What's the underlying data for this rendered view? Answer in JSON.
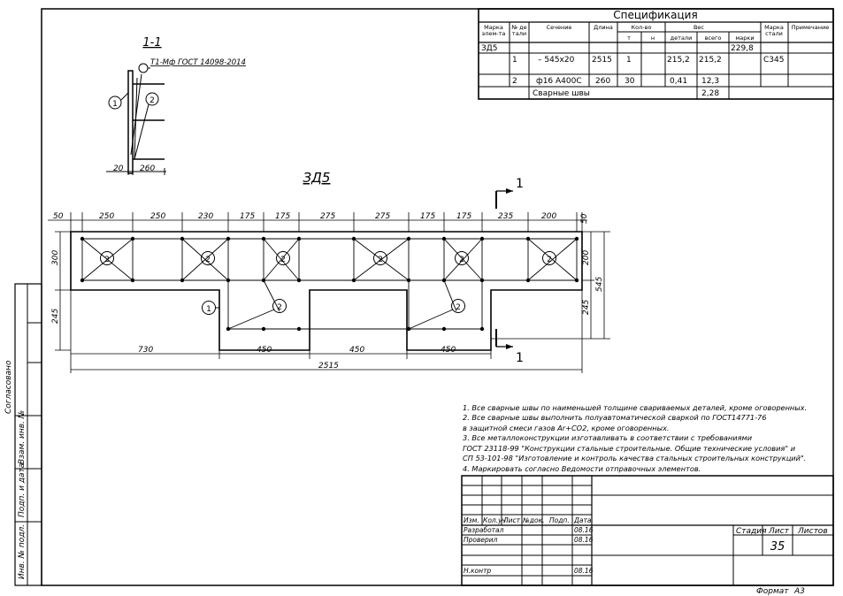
{
  "spec": {
    "title": "Спецификация",
    "headers": {
      "mark_element": [
        "Марка",
        "элем-та"
      ],
      "part_no": [
        "№ де",
        "тали"
      ],
      "section": "Сечение",
      "length": "Длина",
      "qty": "Кол-во",
      "qty_t": "т",
      "qty_n": "н",
      "weight": "Вес",
      "weight_part": "детали",
      "weight_total": "всего",
      "weight_mark": "марки",
      "steel_mark": [
        "Марка",
        "стали"
      ],
      "note": "Примечание"
    },
    "mark_row": {
      "mark": "ЗД5",
      "weight_mark": "229,8"
    },
    "rows": [
      {
        "no": "1",
        "section": "– 545х20",
        "length": "2515",
        "qty_t": "1",
        "weight_part": "215,2",
        "weight_total": "215,2",
        "steel": "С345"
      },
      {
        "no": "2",
        "section": "ф16 А400С",
        "length": "260",
        "qty_t": "30",
        "weight_part": "0,41",
        "weight_total": "12,3",
        "steel": ""
      }
    ],
    "welds": {
      "label": "Сварные швы",
      "weight_total": "2,28"
    }
  },
  "section_view": {
    "title": "1-1",
    "leader_note": "Т1-Мф ГОСТ 14098-2014",
    "dims": [
      "20",
      "260"
    ],
    "callouts": [
      "1",
      "2"
    ]
  },
  "plan": {
    "title": "ЗД5",
    "section_mark": "1",
    "top_dims": [
      "50",
      "250",
      "250",
      "230",
      "175",
      "175",
      "275",
      "275",
      "175",
      "175",
      "235",
      "200",
      "50"
    ],
    "bottom_dims": [
      "730",
      "450",
      "450",
      "450"
    ],
    "overall_length": "2515",
    "left_dims": [
      "300",
      "245"
    ],
    "right_dims": [
      "200",
      "245",
      "545"
    ],
    "callouts": [
      "2",
      "2",
      "2",
      "2",
      "2",
      "2",
      "1",
      "2",
      "2"
    ]
  },
  "notes": [
    "1. Все сварные швы по наименьшей толщине свариваемых деталей, кроме оговоренных.",
    "2. Все сварные швы выполнить полуавтоматической сваркой по ГОСТ14771-76",
    "в защитной смеси газов Ar+CO2, кроме оговоренных.",
    "3. Все металлоконструкции изготавливать в соответствии с требованиями",
    "ГОСТ 23118-99 \"Конструкции стальные строительные. Общие технические условия\" и",
    "СП 53-101-98 \"Изготовление и контроль качества стальных строительных конструкций\".",
    "4. Маркировать согласно Ведомости отправочных элементов."
  ],
  "title_block": {
    "cols": [
      "Изм.",
      "Кол.уч.",
      "Лист",
      "№док.",
      "Подп.",
      "Дата"
    ],
    "rows": [
      {
        "role": "Разработал",
        "date": "08.16"
      },
      {
        "role": "Проверил",
        "date": "08.16"
      },
      {
        "role": "Н.контр",
        "date": "08.16"
      }
    ],
    "stage_label": "Стадия",
    "sheet_label": "Лист",
    "sheets_label": "Листов",
    "sheet_no": "35"
  },
  "side_stamp": [
    "Инв. № подл.",
    "Подп. и дата",
    "Взам. инв. №",
    "Согласовано"
  ],
  "format": {
    "label": "Формат",
    "value": "А3"
  }
}
